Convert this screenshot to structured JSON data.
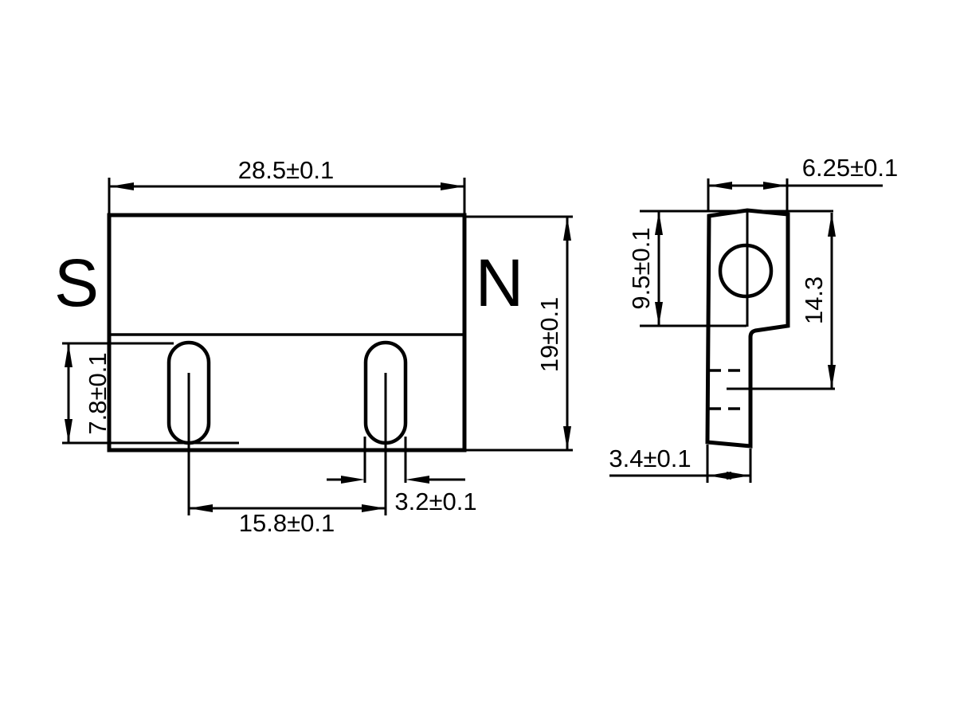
{
  "front_view": {
    "pole_left_label": "S",
    "pole_right_label": "N",
    "dim_width": "28.5±0.1",
    "dim_height": "19±0.1",
    "dim_slot_length": "7.8±0.1",
    "dim_slot_center_spacing": "15.8±0.1",
    "dim_slot_width": "3.2±0.1"
  },
  "side_view": {
    "dim_depth": "6.25±0.1",
    "dim_upper_block_height": "9.5±0.1",
    "dim_top_to_slot_center": "14.3",
    "dim_leg_thickness": "3.4±0.1"
  },
  "colors": {
    "line": "#000000",
    "background": "#ffffff"
  }
}
